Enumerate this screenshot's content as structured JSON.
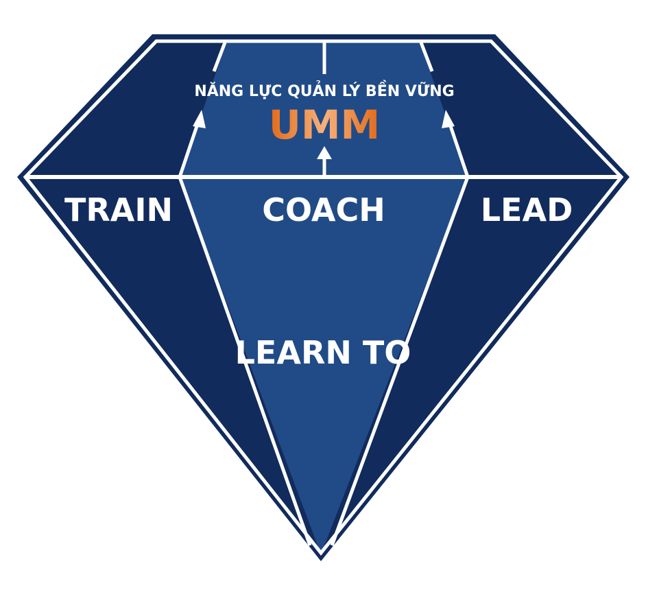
{
  "diagram": {
    "subtitle": "NĂNG LỰC QUẢN LÝ BỀN VỮNG",
    "title": "UMM",
    "left_label": "TRAIN",
    "center_label": "COACH",
    "right_label": "LEAD",
    "bottom_label": "LEARN TO"
  },
  "colors": {
    "dark_facet": "#112b5c",
    "light_facet": "#214b87",
    "accent": "#e8782a",
    "line": "#ffffff"
  }
}
